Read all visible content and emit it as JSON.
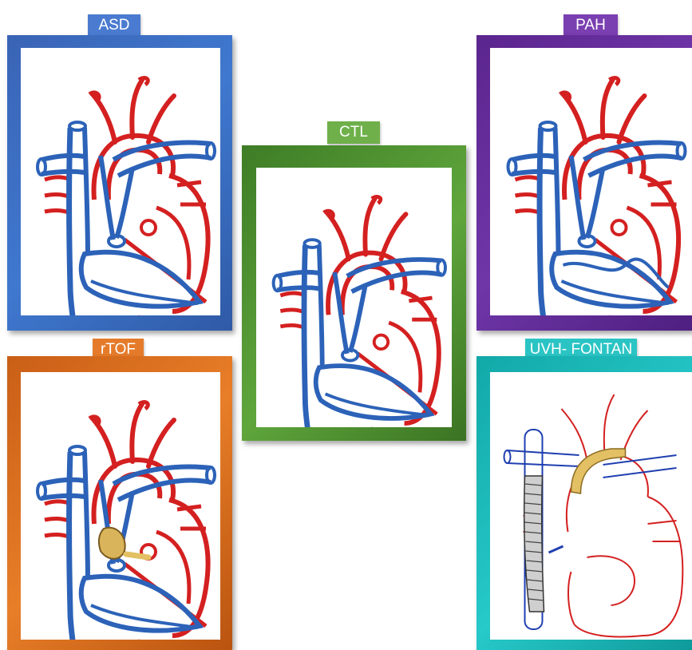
{
  "panels": {
    "asd": {
      "label": "ASD",
      "color": "#3f6fc6"
    },
    "pah": {
      "label": "PAH",
      "color": "#6a2da0"
    },
    "ctl": {
      "label": "CTL",
      "color": "#5aa23a"
    },
    "rtof": {
      "label": "rTOF",
      "color": "#e0711f"
    },
    "uvh": {
      "label": "UVH- FONTAN",
      "color": "#1fc6c6"
    }
  },
  "colors": {
    "red_vessel": "#d42020",
    "blue_vessel": "#2c62b8",
    "patch": "#c9a84a",
    "graft": "#e3c064"
  }
}
